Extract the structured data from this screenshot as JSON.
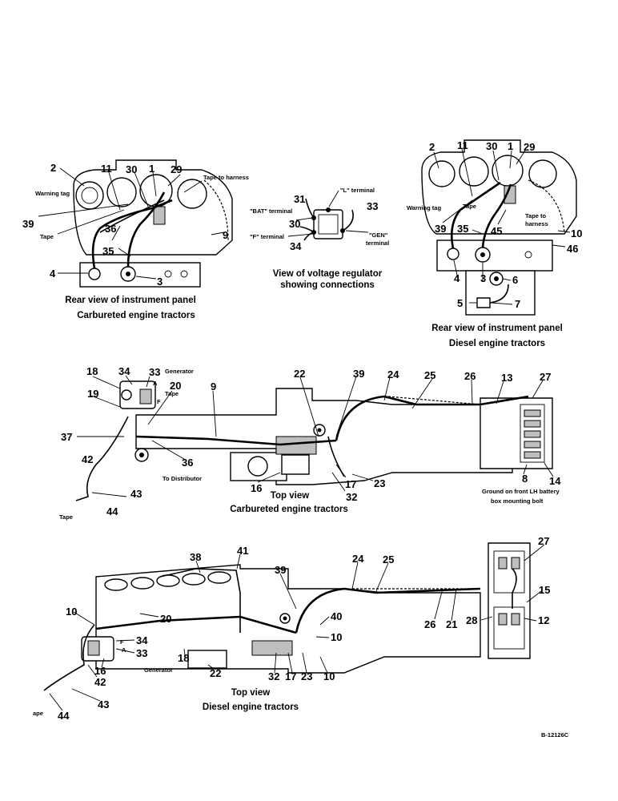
{
  "panel_carbureted": {
    "callouts": [
      "2",
      "11",
      "30",
      "1",
      "29",
      "39",
      "36",
      "35",
      "9",
      "4",
      "3"
    ],
    "labels": {
      "warning_tag": "Warning tag",
      "tape": "Tape",
      "tape_to_harness": "Tape to harness"
    },
    "caption_1": "Rear view of instrument panel",
    "caption_2": "Carbureted engine tractors"
  },
  "regulator": {
    "callouts": [
      "31",
      "30",
      "34",
      "33"
    ],
    "labels": {
      "l_terminal": "\"L\" terminal",
      "bat_terminal": "\"BAT\" terminal",
      "f_terminal": "\"F\" terminal",
      "gen_terminal_1": "\"GEN\"",
      "gen_terminal_2": "terminal"
    },
    "caption_1": "View of voltage regulator",
    "caption_2": "showing connections"
  },
  "panel_diesel": {
    "callouts": [
      "2",
      "11",
      "30",
      "1",
      "29",
      "39",
      "35",
      "45",
      "10",
      "46",
      "4",
      "3",
      "6",
      "5",
      "7"
    ],
    "labels": {
      "warning_tag": "Warning tag",
      "tape": "Tape",
      "tape_to_1": "Tape to",
      "tape_to_2": "harness"
    },
    "caption_1": "Rear view of instrument panel",
    "caption_2": "Diesel engine tractors"
  },
  "top_carbureted": {
    "callouts": [
      "18",
      "34",
      "33",
      "19",
      "20",
      "9",
      "22",
      "39",
      "24",
      "25",
      "26",
      "13",
      "27",
      "37",
      "36",
      "42",
      "43",
      "44",
      "16",
      "17",
      "32",
      "23",
      "8",
      "14"
    ],
    "labels": {
      "generator": "Generator",
      "a": "A",
      "tape": "Tape",
      "f": "F",
      "to_distributor": "To Distributor",
      "tape_end": "Tape",
      "ground_1": "Ground on front LH battery",
      "ground_2": "box mounting bolt"
    },
    "caption_1": "Top view",
    "caption_2": "Carbureted engine tractors"
  },
  "top_diesel": {
    "callouts": [
      "38",
      "41",
      "24",
      "25",
      "27",
      "39",
      "15",
      "10",
      "20",
      "40",
      "28",
      "12",
      "26",
      "21",
      "34",
      "33",
      "10",
      "18",
      "16",
      "22",
      "32",
      "17",
      "23",
      "10",
      "42",
      "43",
      "44"
    ],
    "labels": {
      "f": "F",
      "a": "A",
      "generator": "Generator",
      "tape_end": "ape"
    },
    "caption_1": "Top view",
    "caption_2": "Diesel engine tractors"
  },
  "figure_id": "B-12126C"
}
